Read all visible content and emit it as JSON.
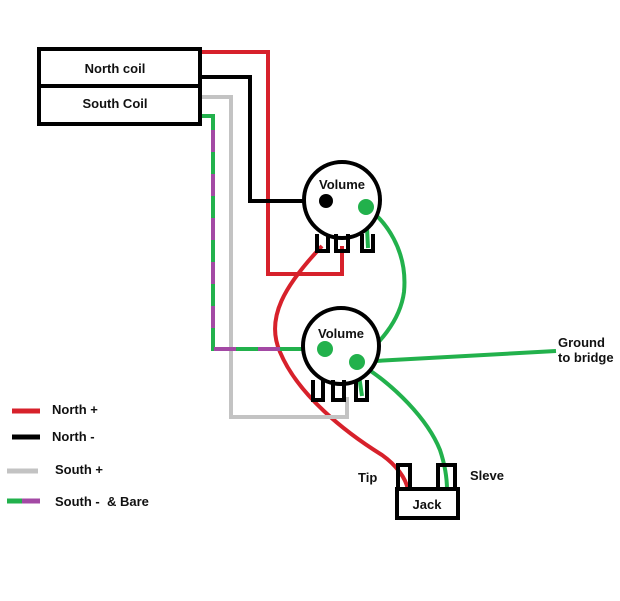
{
  "pickup": {
    "north_coil_label": "North coil",
    "south_coil_label": "South Coil"
  },
  "pots": {
    "top_label": "Volume",
    "bottom_label": "Volume"
  },
  "jack": {
    "label": "Jack",
    "tip_label": "Tip",
    "sleeve_label": "Sleve"
  },
  "ground": {
    "line1": "Ground",
    "line2": "to bridge"
  },
  "legend": {
    "items": [
      {
        "label": "North +",
        "color": "#d7212b"
      },
      {
        "label": "North -",
        "color": "#000000"
      },
      {
        "label": "South +",
        "color": "#c3c3c3"
      },
      {
        "label": "South -  & Bare",
        "color": "#22b14c",
        "color2": "#a349a4"
      }
    ]
  },
  "colors": {
    "red": "#d7212b",
    "black": "#000000",
    "gray": "#c3c3c3",
    "green": "#22b14c",
    "purple": "#a349a4"
  }
}
